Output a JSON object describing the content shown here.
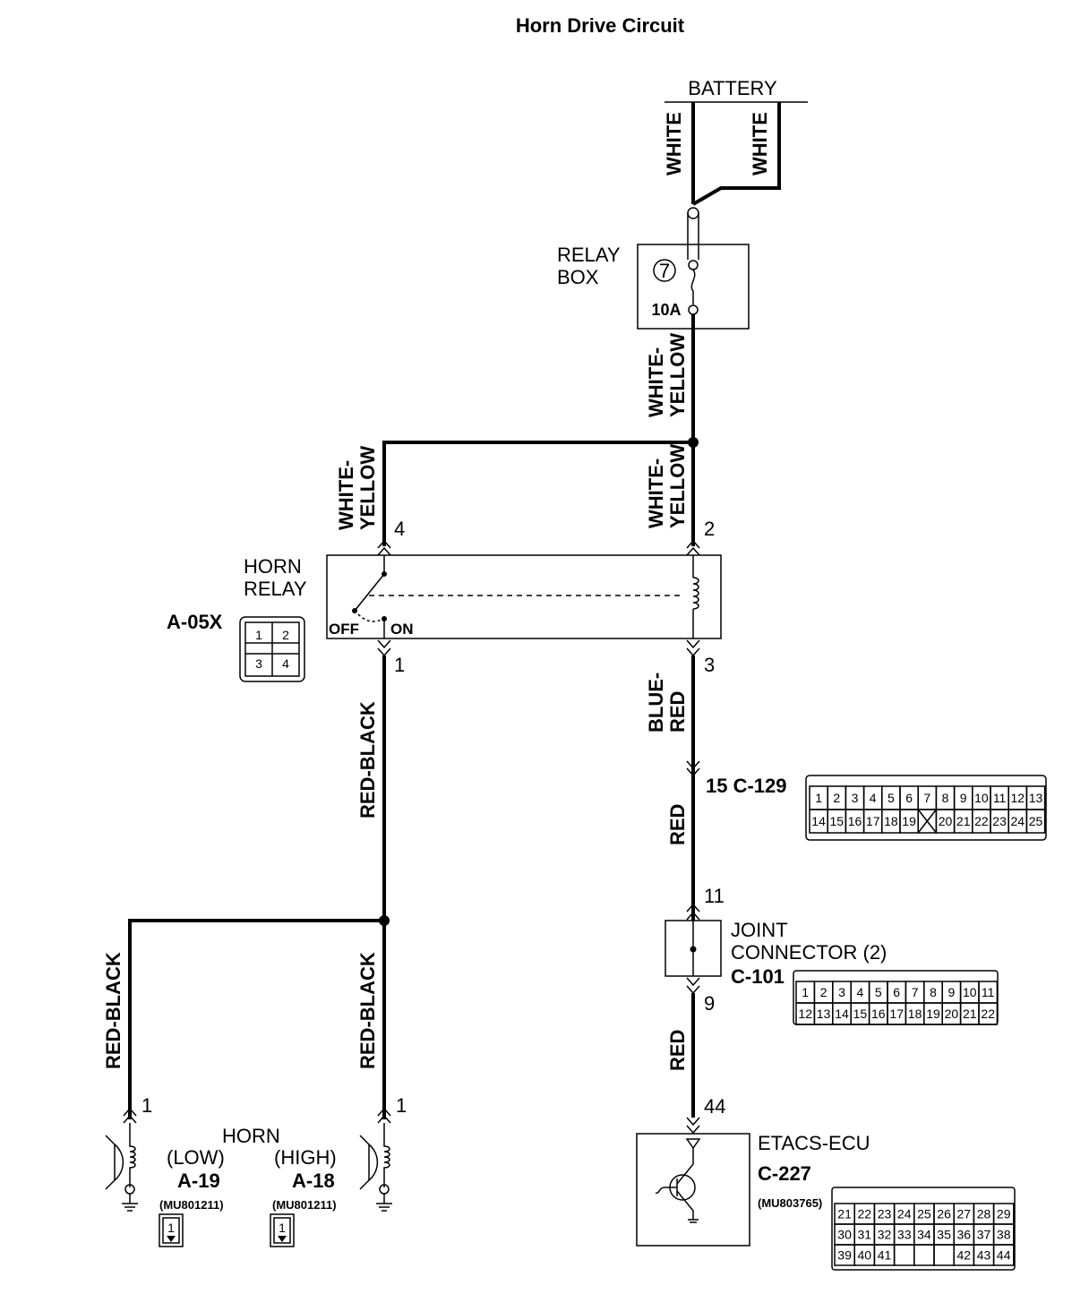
{
  "title": "Horn Drive Circuit",
  "battery": "BATTERY",
  "relay_box": {
    "line1": "RELAY",
    "line2": "BOX",
    "fuse_no": "7",
    "rating": "10A"
  },
  "horn_relay": {
    "line1": "HORN",
    "line2": "RELAY",
    "connector": "A-05X",
    "off": "OFF",
    "on": "ON",
    "pins": [
      "4",
      "2",
      "1",
      "3"
    ],
    "grid": [
      "1",
      "2",
      "3",
      "4"
    ]
  },
  "wires": {
    "white": "WHITE",
    "white_yellow_1": "WHITE-",
    "white_yellow_2": "YELLOW",
    "blue_red_1": "BLUE-",
    "blue_red_2": "RED",
    "red": "RED",
    "red_black": "RED-BLACK"
  },
  "c129": {
    "label": "15 C-129",
    "row1": [
      "1",
      "2",
      "3",
      "4",
      "5",
      "6",
      "7",
      "8",
      "9",
      "10",
      "11",
      "12",
      "13"
    ],
    "row2": [
      "14",
      "15",
      "16",
      "17",
      "18",
      "19",
      "",
      "20",
      "21",
      "22",
      "23",
      "24",
      "25"
    ]
  },
  "joint": {
    "line1": "JOINT",
    "line2": "CONNECTOR (2)",
    "id": "C-101",
    "pin_in": "11",
    "pin_out": "9",
    "row1": [
      "1",
      "2",
      "3",
      "4",
      "5",
      "6",
      "7",
      "8",
      "9",
      "10",
      "11"
    ],
    "row2": [
      "12",
      "13",
      "14",
      "15",
      "16",
      "17",
      "18",
      "19",
      "20",
      "21",
      "22"
    ]
  },
  "ecu": {
    "name": "ETACS-ECU",
    "id": "C-227",
    "part": "(MU803765)",
    "pin": "44",
    "row1": [
      "21",
      "22",
      "23",
      "24",
      "25",
      "26",
      "27",
      "28",
      "29"
    ],
    "row2": [
      "30",
      "31",
      "32",
      "33",
      "34",
      "35",
      "36",
      "37",
      "38"
    ],
    "row3": [
      "39",
      "40",
      "41",
      "",
      "",
      "",
      "42",
      "43",
      "44"
    ]
  },
  "horns": {
    "name": "HORN",
    "low": {
      "mode": "(LOW)",
      "id": "A-19",
      "part": "(MU801211)",
      "pin": "1",
      "conn": "1"
    },
    "high": {
      "mode": "(HIGH)",
      "id": "A-18",
      "part": "(MU801211)",
      "pin": "1",
      "conn": "1"
    }
  }
}
